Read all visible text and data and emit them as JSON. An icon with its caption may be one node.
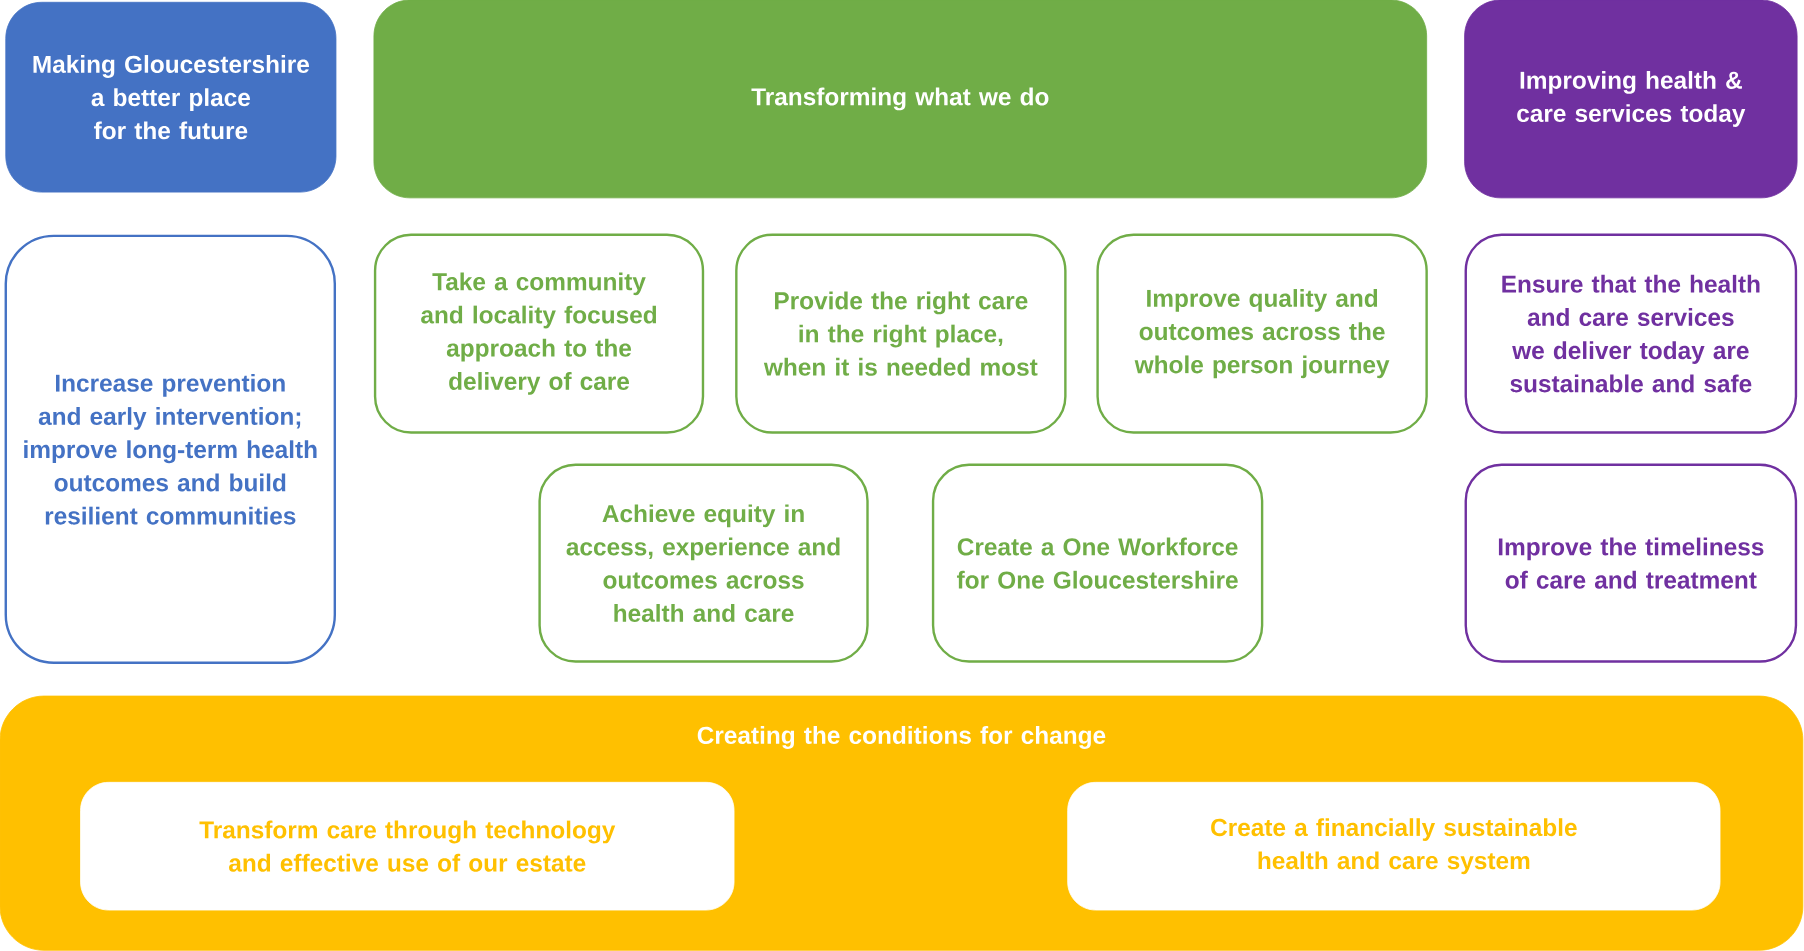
{
  "diagram": {
    "nodes": [
      {
        "text": [
          "Making Gloucestershire a better place for the future"
        ]
      },
      {
        "text": [
          "Transforming what we do"
        ]
      },
      {
        "text": [
          "Improving health & care services today"
        ]
      },
      {
        "text": [
          "Increase prevention and early intervention; improve long-term health outcomes and build resilient communities"
        ]
      },
      {
        "text": [
          "Take a community and locality focused approach to the delivery of care"
        ]
      },
      {
        "text": [
          "Provide the right care in the right place, when it is needed most"
        ]
      },
      {
        "text": [
          "Improve quality and outcomes across the whole person journey"
        ]
      },
      {
        "text": [
          "Ensure that the health and care services we deliver today are sustainable and safe"
        ]
      },
      {
        "text": [
          "Achieve equity in access, experience and outcomes across health and care"
        ]
      },
      {
        "text": [
          "Create a One Workforce for One Gloucestershire"
        ]
      },
      {
        "text": [
          "Improve the timeliness of care and treatment"
        ]
      },
      {
        "text": [
          "Creating the conditions for change"
        ]
      },
      {
        "text": [
          "Transform care through technology and effective use of our estate"
        ],
        "in": 11
      },
      {
        "text": [
          "Create a financially sustainable health and care system"
        ],
        "in": 11
      }
    ]
  }
}
